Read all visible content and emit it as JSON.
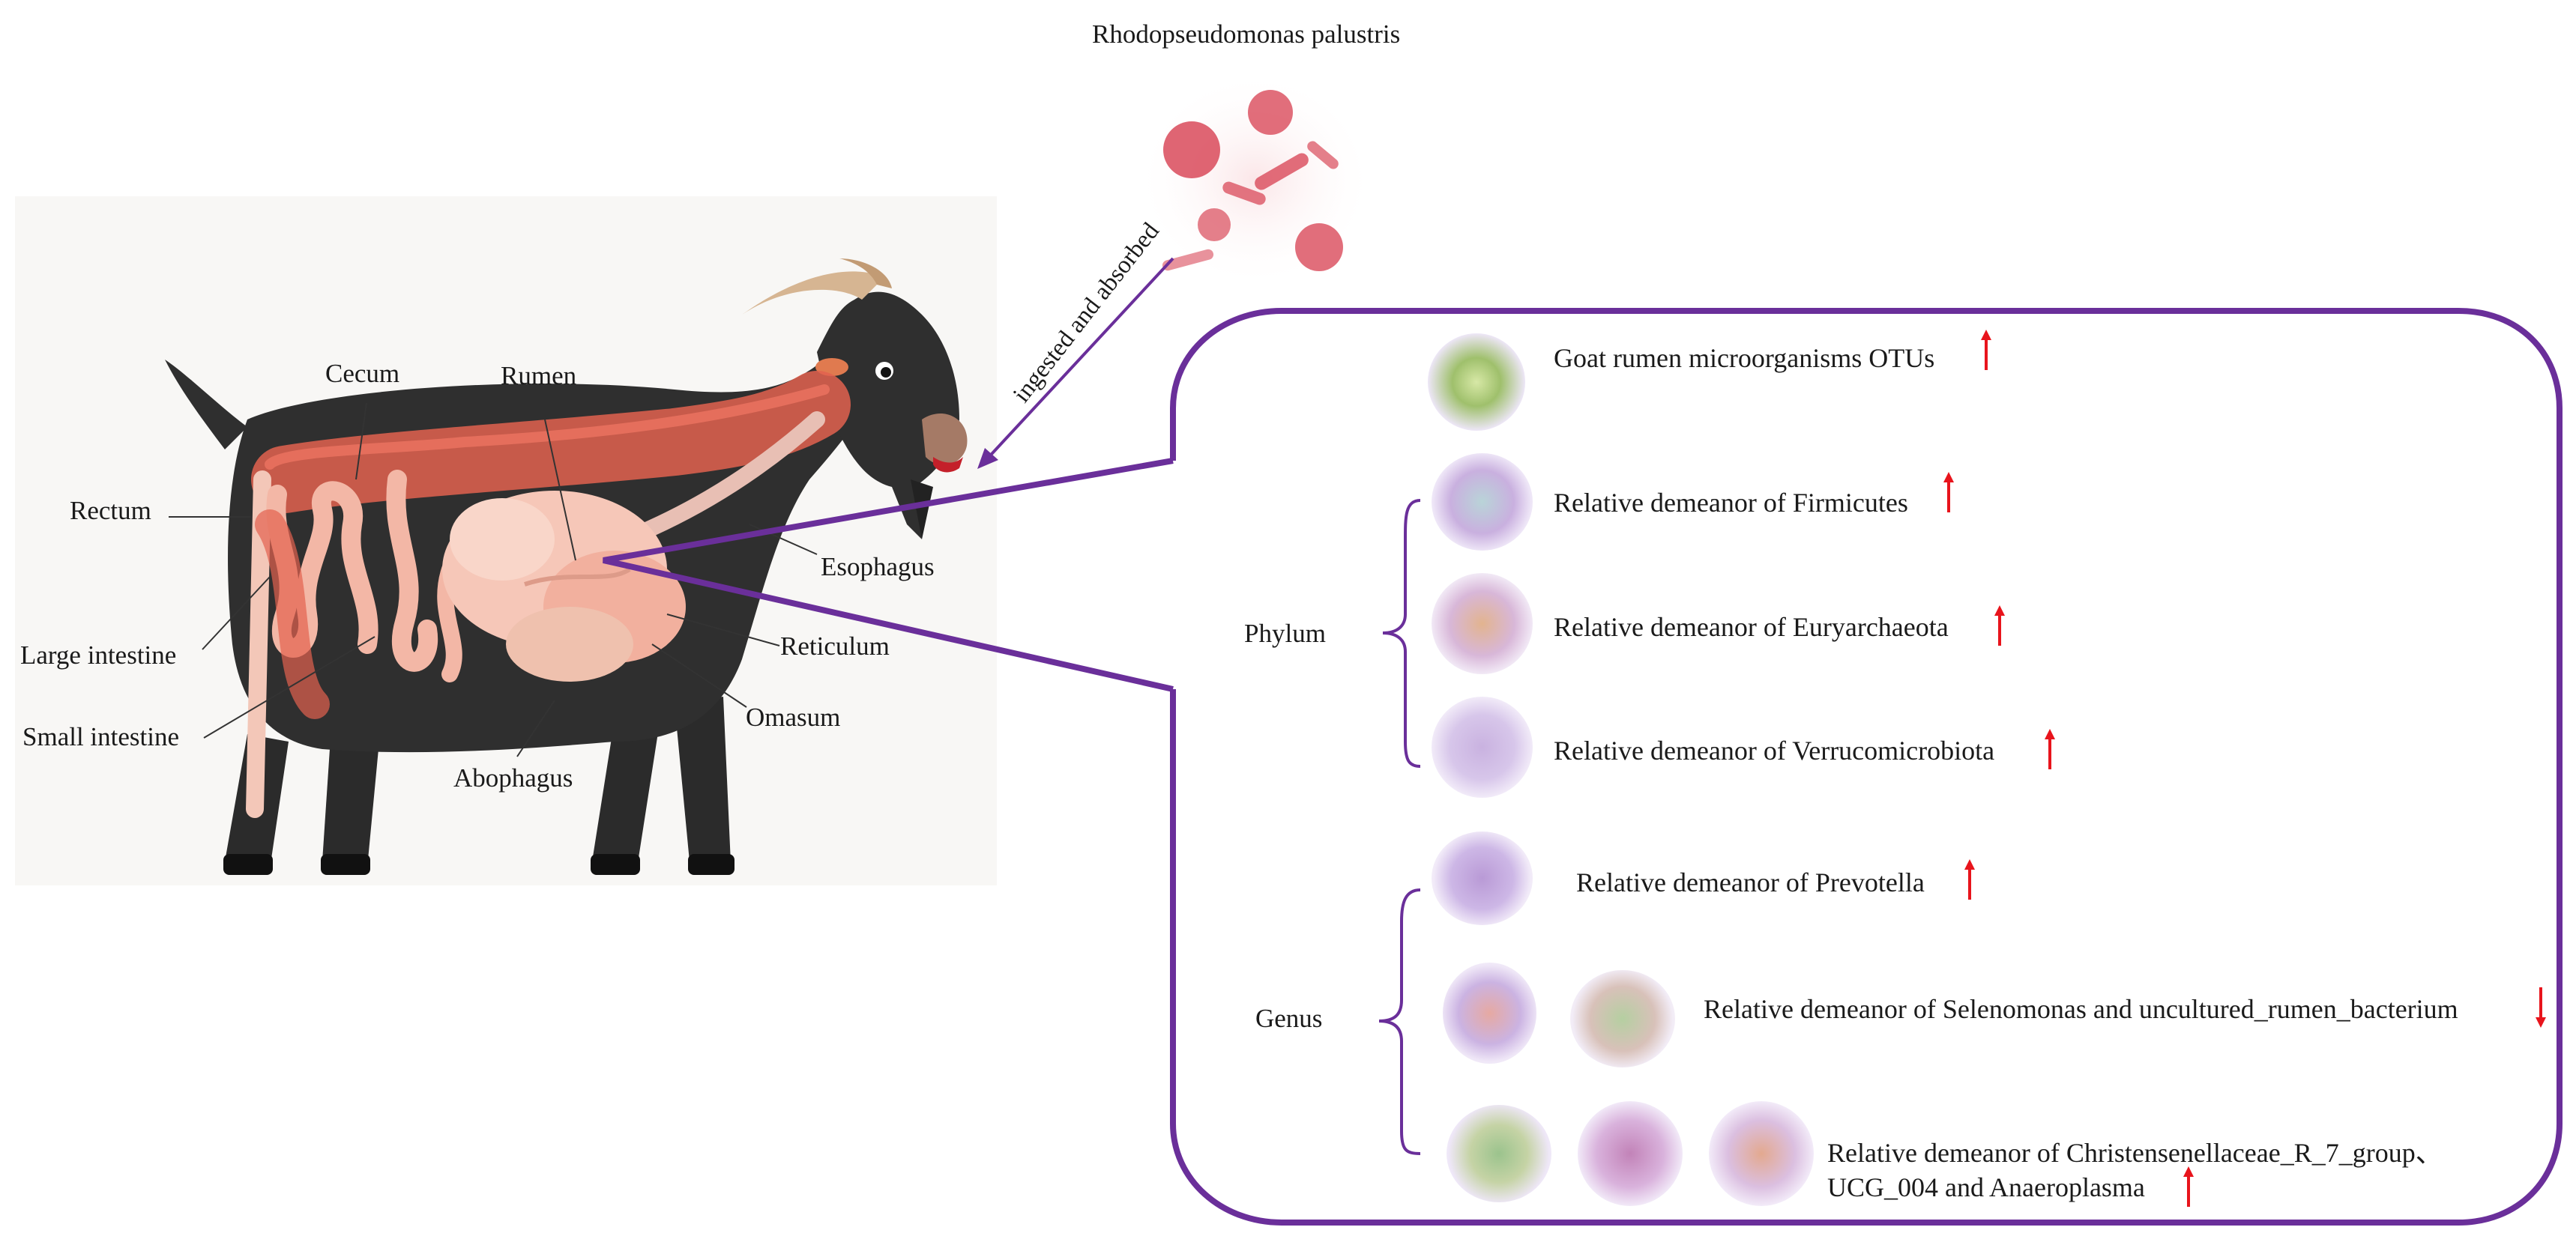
{
  "source": {
    "title": "Rhodopseudomonas palustris",
    "route_label": "ingested and absorbed"
  },
  "goat_labels": {
    "cecum": "Cecum",
    "rumen": "Rumen",
    "rectum": "Rectum",
    "esophagus": "Esophagus",
    "large_intestine": "Large intestine",
    "reticulum": "Reticulum",
    "small_intestine": "Small intestine",
    "omasum": "Omasum",
    "abophagus": "Abophagus"
  },
  "panel": {
    "otus": {
      "text": "Goat rumen microorganisms OTUs",
      "trend": "up"
    },
    "phylum": {
      "label": "Phylum",
      "items": [
        {
          "text": "Relative demeanor of Firmicutes",
          "trend": "up"
        },
        {
          "text": "Relative demeanor of Euryarchaeota",
          "trend": "up"
        },
        {
          "text": "Relative demeanor of Verrucomicrobiota",
          "trend": "up"
        }
      ]
    },
    "genus": {
      "label": "Genus",
      "items": [
        {
          "text": "Relative demeanor of Prevotella",
          "trend": "up"
        },
        {
          "text": "Relative demeanor of Selenomonas and uncultured_rumen_bacterium",
          "trend": "down"
        },
        {
          "text_line1": "Relative demeanor of Christensenellaceae_R_7_group、",
          "text_line2": "UCG_004 and Anaeroplasma",
          "trend": "up"
        }
      ]
    }
  },
  "colors": {
    "panel_border": "#6a2f9a",
    "trend_arrow": "#e8141c",
    "goat_body": "#2f2f2f",
    "organ": "#f3b7a6",
    "gut_red": "#e2614f"
  }
}
